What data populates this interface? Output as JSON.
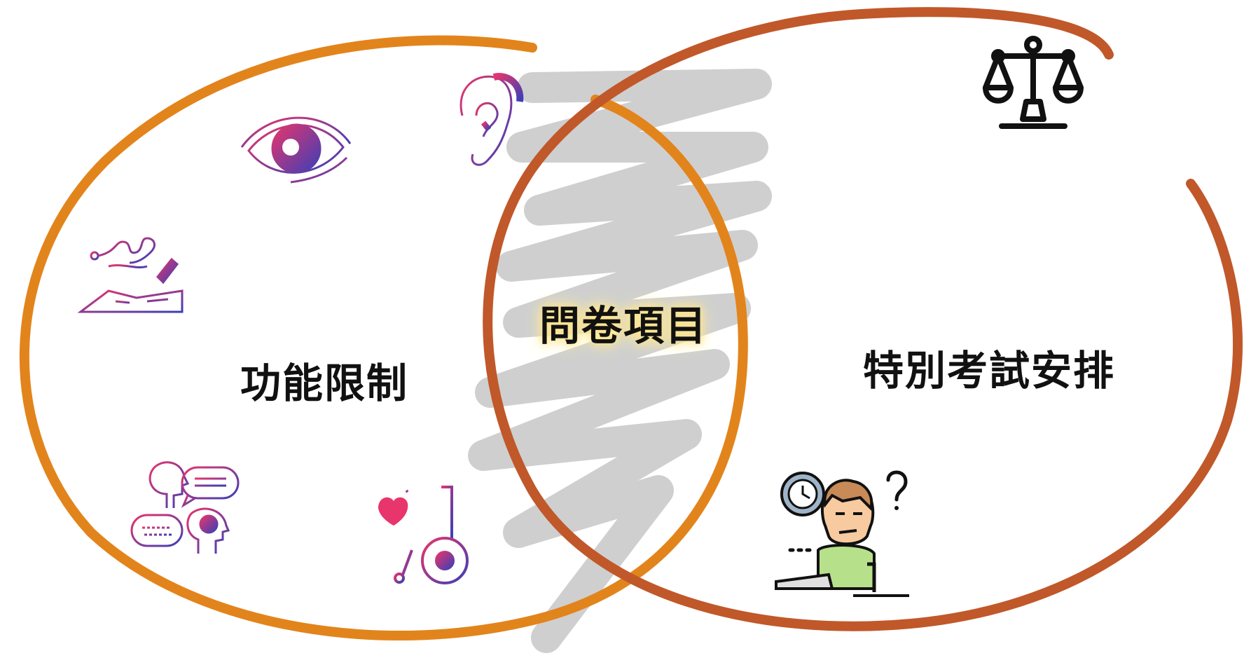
{
  "diagram": {
    "left_set_label": "功能限制",
    "right_set_label": "特別考試安排",
    "intersection_label": "問卷項目",
    "colors": {
      "left_ring": "#e2841c",
      "right_ring": "#c0582a",
      "scribble": "#cccccc",
      "icon_gradient_start": "#e8356b",
      "icon_gradient_end": "#3b3fb8"
    },
    "icons": [
      "eye-icon",
      "hearing-aid-ear-icon",
      "reading-writing-book-icon",
      "communication-heads-icon",
      "wheelchair-icon",
      "scales-of-justice-icon",
      "confused-student-exam-icon"
    ]
  }
}
